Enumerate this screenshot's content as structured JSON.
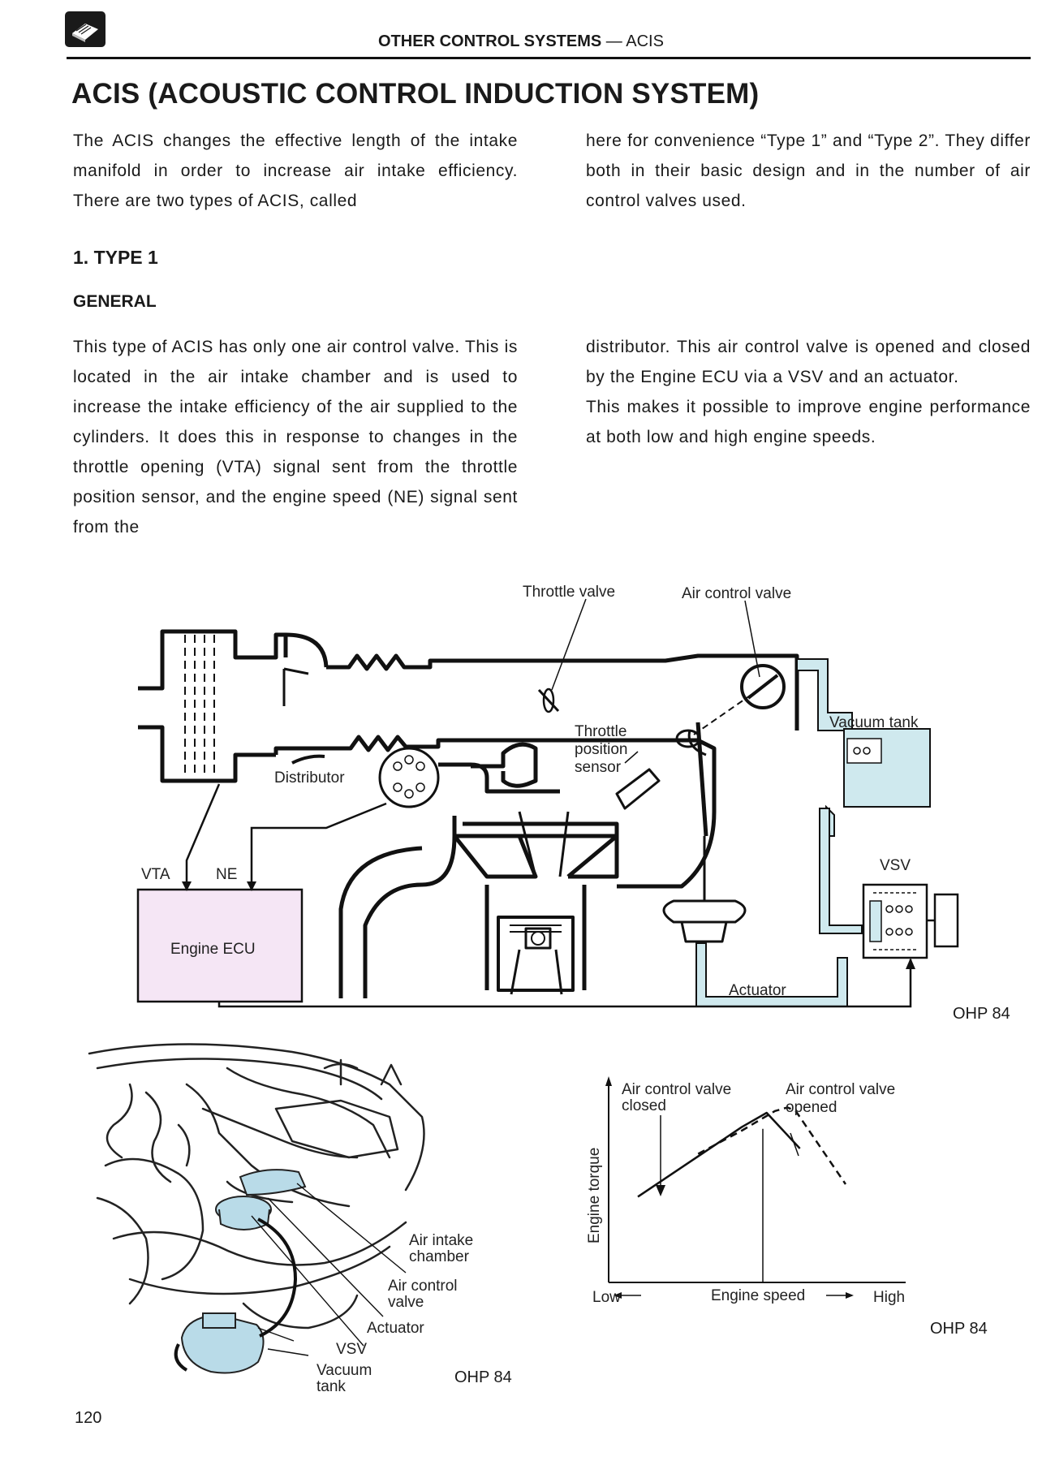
{
  "header": {
    "section": "OTHER CONTROL SYSTEMS",
    "sep": " — ",
    "topic": "ACIS"
  },
  "title": "ACIS (ACOUSTIC CONTROL INDUCTION SYSTEM)",
  "intro": {
    "left": "The ACIS changes the effective length of the intake manifold in order to increase air intake efficiency. There are two types of ACIS, called",
    "right": "here for convenience “Type 1” and “Type 2”. They differ both in their basic design and in the number of air control valves used."
  },
  "section1": {
    "heading": "1.  TYPE 1",
    "subheading": "GENERAL",
    "left": "This type of ACIS has only one air control valve. This is located in the air intake chamber and is used to increase the intake efficiency of the air supplied to the cylinders. It does this in response to changes in the throttle opening (VTA) signal sent from the throttle position sensor, and the engine speed (NE) signal sent from the",
    "right1": "distributor. This air control valve is opened and closed by the Engine ECU via a VSV and an actuator.",
    "right2": "This makes it possible to improve engine performance at both low and high engine speeds."
  },
  "diagram": {
    "throttle_valve": "Throttle valve",
    "air_control_valve": "Air control valve",
    "vacuum_tank": "Vacuum tank",
    "tps_1": "Throttle",
    "tps_2": "position",
    "tps_3": "sensor",
    "distributor": "Distributor",
    "vta": "VTA",
    "ne": "NE",
    "ecu": "Engine ECU",
    "vsv": "VSV",
    "actuator": "Actuator",
    "ohp": "OHP 84",
    "colors": {
      "vacuum_line": "#cfe9ee",
      "ecu_fill": "#f5e6f5"
    }
  },
  "illustration": {
    "air_intake_1": "Air intake",
    "air_intake_2": "chamber",
    "acv_1": "Air control",
    "acv_2": "valve",
    "actuator": "Actuator",
    "vsv": "VSV",
    "vacuum_1": "Vacuum",
    "vacuum_2": "tank",
    "ohp": "OHP 84"
  },
  "graph": {
    "closed_1": "Air control valve",
    "closed_2": "closed",
    "opened_1": "Air control valve",
    "opened_2": "opened",
    "ylabel": "Engine torque",
    "xlow": "Low",
    "xlabel": "Engine speed",
    "xhigh": "High",
    "ohp": "OHP 84"
  },
  "chart_data": {
    "type": "line",
    "title": "",
    "xlabel": "Engine speed",
    "ylabel": "Engine torque",
    "series": [
      {
        "name": "Air control valve closed",
        "x": [
          0,
          0.5,
          0.62,
          0.78
        ],
        "y": [
          0.48,
          0.87,
          0.95,
          0.75
        ]
      },
      {
        "name": "Air control valve opened",
        "x": [
          0.29,
          0.5,
          0.66,
          0.72,
          0.76,
          1.0
        ],
        "y": [
          0.72,
          0.85,
          0.96,
          0.98,
          0.96,
          0.55
        ]
      }
    ]
  },
  "page_number": "120"
}
